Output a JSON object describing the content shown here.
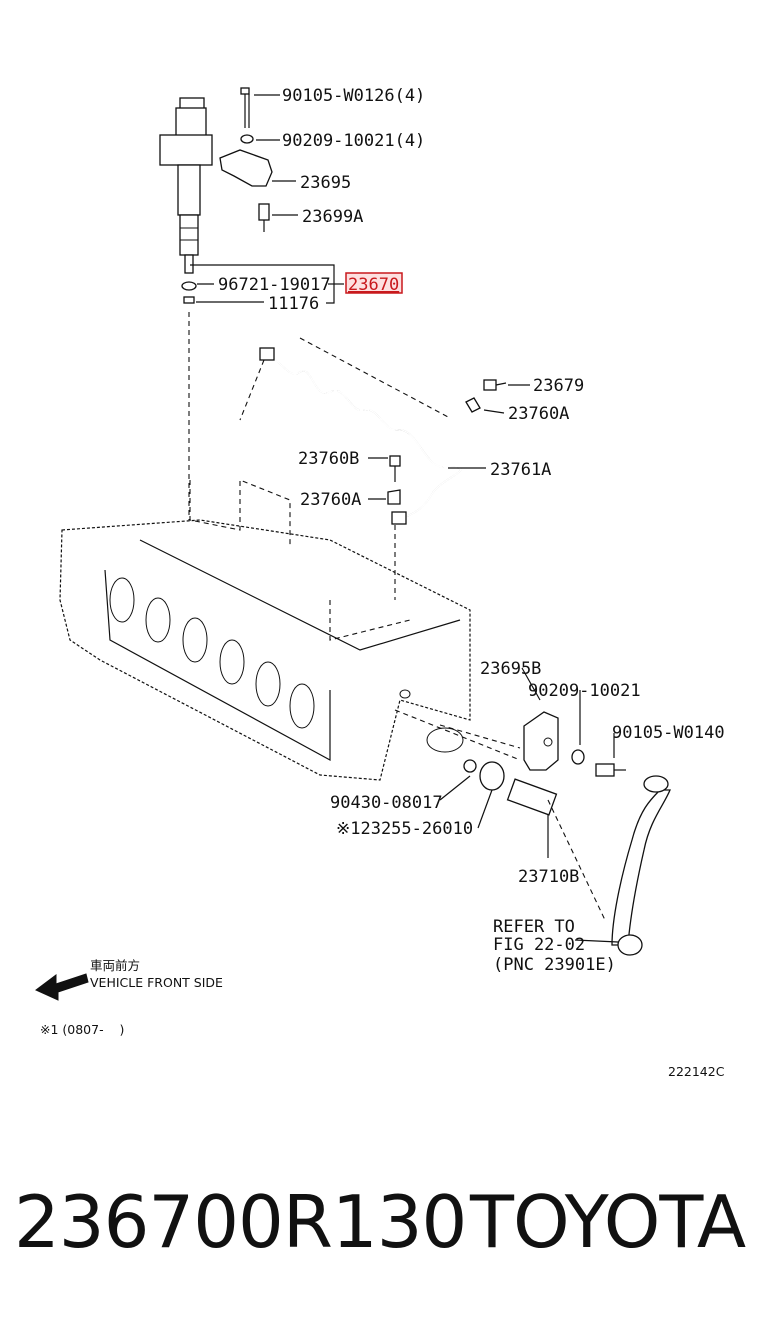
{
  "callouts": {
    "bolt_top": "90105-W0126(4)",
    "washer_top": "90209-10021(4)",
    "clamp": "23695",
    "clamp_bolt": "23699A",
    "oring": "96721-19017",
    "assembly": "23670",
    "gasket": "11176",
    "union_bolt": "23679",
    "gasket_a_upper": "23760A",
    "union_bolt_b": "23760B",
    "pipe": "23761A",
    "gasket_a_lower": "23760A",
    "bracket_b": "23695B",
    "washer_right": "90209-10021",
    "bolt_right": "90105-W0140",
    "washer_small": "90430-08017",
    "ring_seal": "※123255-26010",
    "pump": "23710B"
  },
  "refer": {
    "line1": "REFER TO",
    "line2": "FIG 22-02",
    "line3": "(PNC 23901E)"
  },
  "direction": {
    "jp": "車両前方",
    "en": "VEHICLE FRONT SIDE"
  },
  "footnote": "※1 (0807-    )",
  "figure_id": "222142C",
  "caption": {
    "part_number": "236700R130",
    "brand": "TOYOTA"
  },
  "colors": {
    "highlight": "#c8191d",
    "ink": "#111111"
  }
}
